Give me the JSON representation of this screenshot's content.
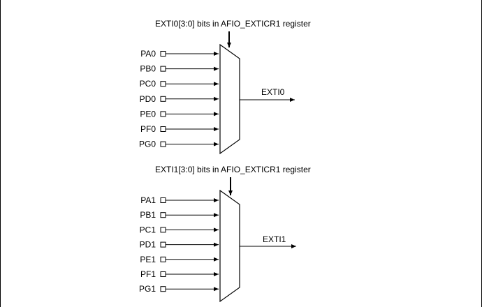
{
  "diagram": {
    "multiplexers": [
      {
        "select_label": "EXTI0[3:0] bits in AFIO_EXTICR1 register",
        "inputs": [
          "PA0",
          "PB0",
          "PC0",
          "PD0",
          "PE0",
          "PF0",
          "PG0"
        ],
        "output_label": "EXTI0"
      },
      {
        "select_label": "EXTI1[3:0] bits in AFIO_EXTICR1 register",
        "inputs": [
          "PA1",
          "PB1",
          "PC1",
          "PD1",
          "PE1",
          "PF1",
          "PG1"
        ],
        "output_label": "EXTI1"
      }
    ]
  }
}
